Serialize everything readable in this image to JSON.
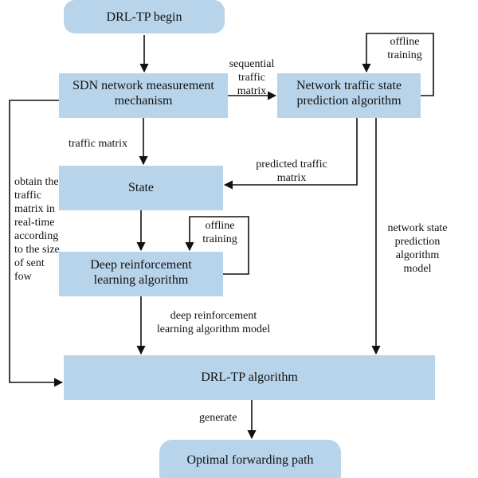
{
  "nodes": {
    "begin": [
      "DRL-TP begin"
    ],
    "sdn": [
      "SDN network measurement",
      "mechanism"
    ],
    "prediction": [
      "Network traffic state",
      "prediction algorithm"
    ],
    "state": [
      "State"
    ],
    "drl": [
      "Deep reinforcement",
      "learning algorithm"
    ],
    "drltp": [
      "DRL-TP algorithm"
    ],
    "optimal": [
      "Optimal forwarding path"
    ]
  },
  "labels": {
    "sequential": [
      "sequential",
      "traffic",
      "matrix"
    ],
    "offline_top": [
      "offline",
      "training"
    ],
    "traffic_matrix": [
      "traffic matrix"
    ],
    "predicted": [
      "predicted traffic",
      "matrix"
    ],
    "obtain": [
      "obtain the",
      "traffic",
      "matrix in",
      "real-time",
      "according",
      "to the size",
      "of sent",
      "fow"
    ],
    "offline_mid": [
      "offline",
      "training"
    ],
    "nsp_model": [
      "network state",
      "prediction",
      "algorithm",
      "model"
    ],
    "drl_model": [
      "deep reinforcement",
      "learning algorithm model"
    ],
    "generate": [
      "generate"
    ]
  }
}
